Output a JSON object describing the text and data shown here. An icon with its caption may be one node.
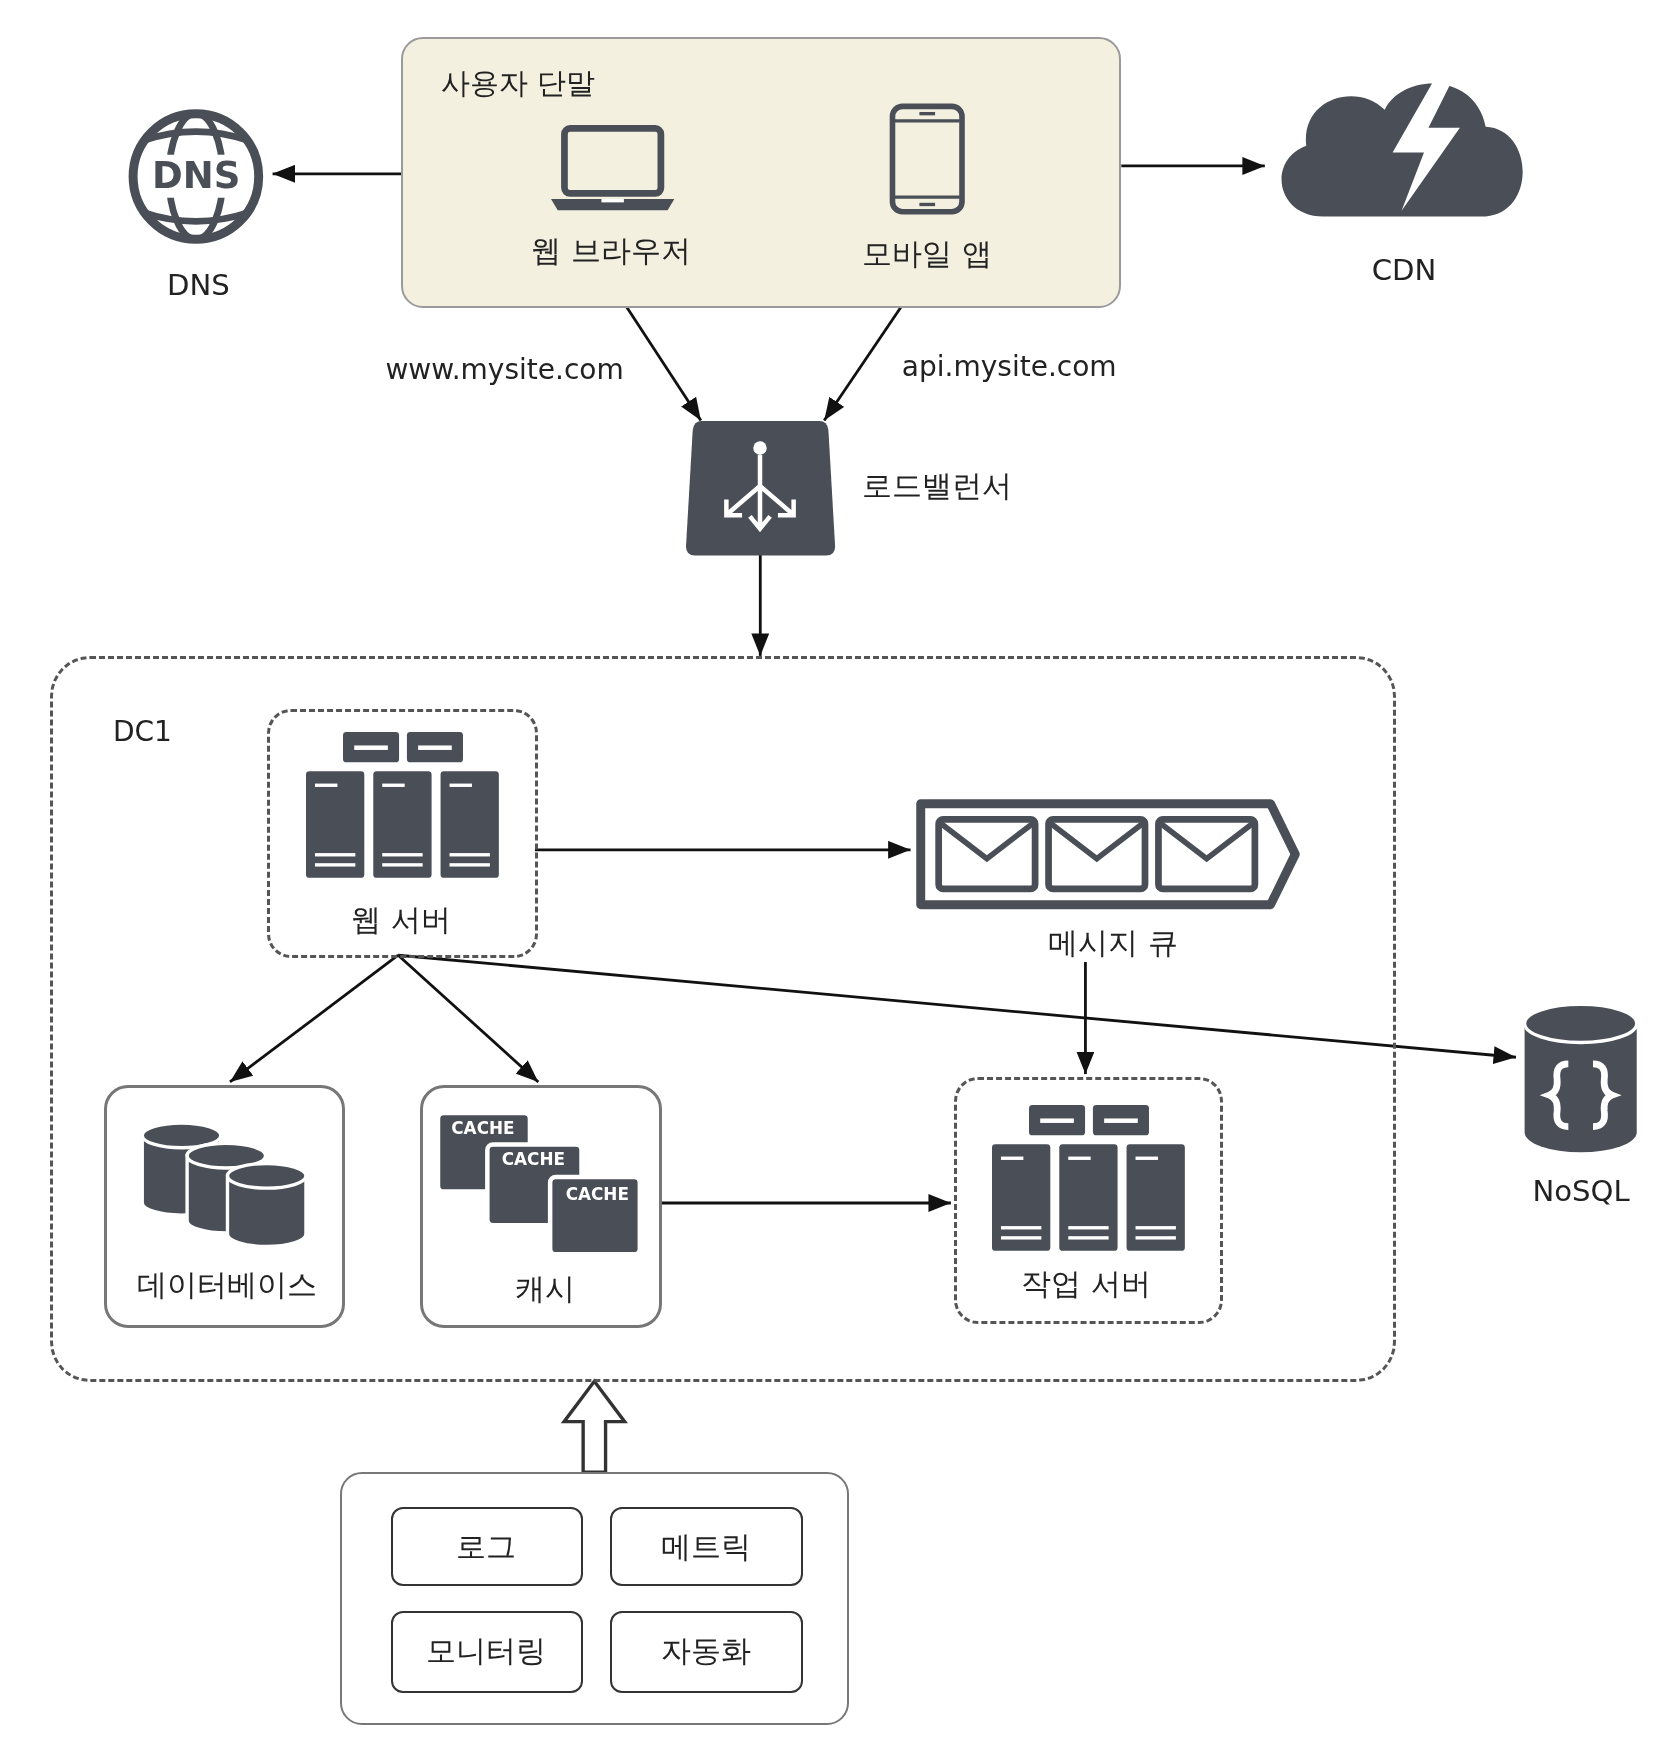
{
  "diagram": {
    "nodes": [
      {
        "text": [
          "사용자 단말"
        ]
      },
      {
        "text": [
          "웹 브라우저"
        ],
        "in": 0
      },
      {
        "text": [
          "모바일 앱"
        ],
        "in": 0
      },
      {
        "text": [
          "DNS",
          "DNS"
        ]
      },
      {
        "text": [
          "CDN"
        ]
      },
      {
        "text": [
          "로드밸런서"
        ]
      },
      {
        "text": [
          "DC1"
        ]
      },
      {
        "text": [
          "웹 서버"
        ],
        "in": 6
      },
      {
        "text": [
          "메시지 큐"
        ],
        "in": 6
      },
      {
        "text": [
          "데이터베이스"
        ],
        "in": 6
      },
      {
        "text": [
          "CACHE",
          "CACHE",
          "CACHE",
          "캐시"
        ],
        "in": 6
      },
      {
        "text": [
          "작업 서버"
        ],
        "in": 6
      },
      {
        "text": [
          "NoSQL"
        ]
      },
      {
        "text": [],
        "shape": "box"
      },
      {
        "text": [
          "로그"
        ],
        "in": 13
      },
      {
        "text": [
          "메트릭"
        ],
        "in": 13
      },
      {
        "text": [
          "모니터링"
        ],
        "in": 13
      },
      {
        "text": [
          "자동화"
        ],
        "in": 13
      }
    ],
    "edges": [
      {
        "from": 0,
        "to": 3,
        "arrow": "to"
      },
      {
        "from": 0,
        "to": 4,
        "arrow": "to"
      },
      {
        "from": 1,
        "to": 5,
        "arrow": "to",
        "label": "www.mysite.com"
      },
      {
        "from": 2,
        "to": 5,
        "arrow": "to",
        "label": "api.mysite.com"
      },
      {
        "from": 5,
        "to": 6,
        "arrow": "to"
      },
      {
        "from": 7,
        "to": 8,
        "arrow": "to"
      },
      {
        "from": 7,
        "to": 9,
        "arrow": "to"
      },
      {
        "from": 7,
        "to": 10,
        "arrow": "to"
      },
      {
        "from": 7,
        "to": 12,
        "arrow": "to"
      },
      {
        "from": 8,
        "to": 11,
        "arrow": "to"
      },
      {
        "from": 10,
        "to": 11,
        "arrow": "to"
      },
      {
        "from": 13,
        "to": 6,
        "arrow": "to",
        "style": "thick"
      }
    ]
  }
}
